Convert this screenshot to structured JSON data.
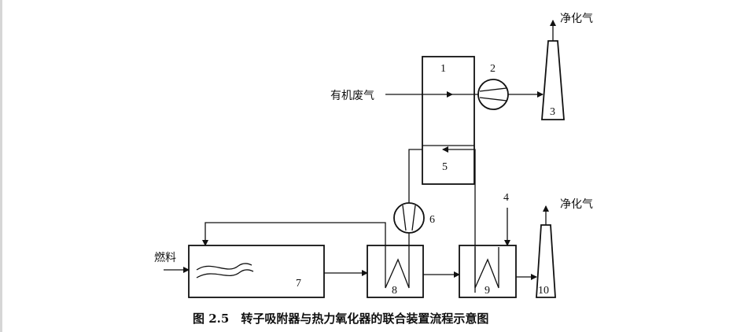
{
  "labels": {
    "waste_gas": "有机废气",
    "clean_gas_top": "净化气",
    "clean_gas_bottom": "净化气",
    "fuel": "燃料"
  },
  "units": {
    "u1": "1",
    "u2": "2",
    "u3": "3",
    "u4": "4",
    "u5": "5",
    "u6": "6",
    "u7": "7",
    "u8": "8",
    "u9": "9",
    "u10": "10"
  },
  "caption": "图 2.5　转子吸附器与热力氧化器的联合装置流程示意图"
}
